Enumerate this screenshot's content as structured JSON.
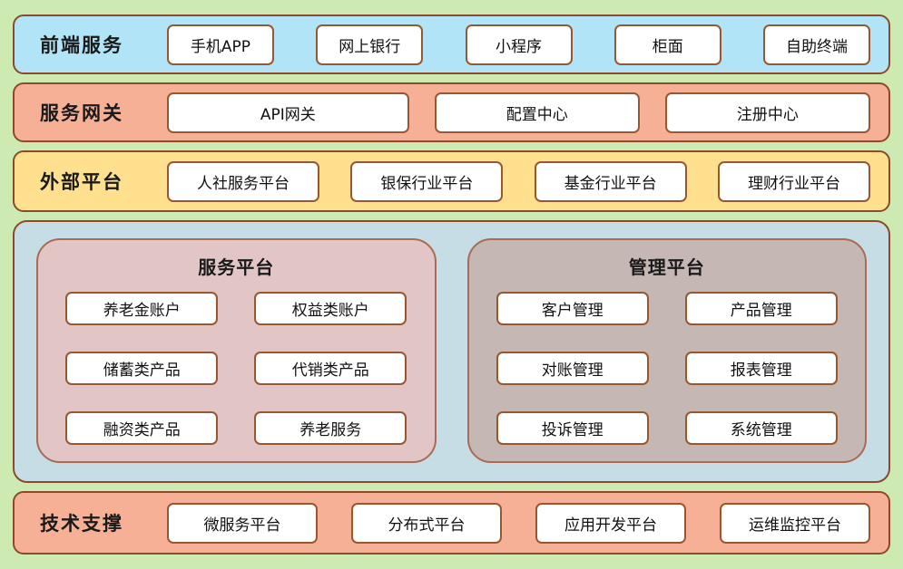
{
  "frontend": {
    "label": "前端服务",
    "items": [
      "手机APP",
      "网上银行",
      "小程序",
      "柜面",
      "自助终端"
    ]
  },
  "gateway": {
    "label": "服务网关",
    "items": [
      "API网关",
      "配置中心",
      "注册中心"
    ]
  },
  "external": {
    "label": "外部平台",
    "items": [
      "人社服务平台",
      "银保行业平台",
      "基金行业平台",
      "理财行业平台"
    ]
  },
  "service_platform": {
    "label": "服务平台",
    "items": [
      "养老金账户",
      "权益类账户",
      "储蓄类产品",
      "代销类产品",
      "融资类产品",
      "养老服务"
    ]
  },
  "management_platform": {
    "label": "管理平台",
    "items": [
      "客户管理",
      "产品管理",
      "对账管理",
      "报表管理",
      "投诉管理",
      "系统管理"
    ]
  },
  "tech": {
    "label": "技术支撑",
    "items": [
      "微服务平台",
      "分布式平台",
      "应用开发平台",
      "运维监控平台"
    ]
  },
  "colors": {
    "page_background": "#cdeab3",
    "border_brown": "#8c4a2a",
    "button_border": "#9a572f",
    "frontend_band": "#b2e4f8",
    "gateway_band": "#f5b096",
    "external_band": "#ffe08e",
    "middle_container": "#c7dde6",
    "service_group": "#e2c5c5",
    "management_group": "#c4b7b4",
    "tech_band": "#f5b096",
    "node_background": "#ffffff"
  }
}
